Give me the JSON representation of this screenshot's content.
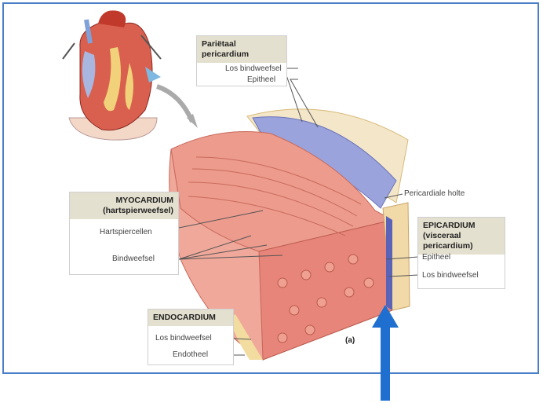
{
  "figure_label": "(a)",
  "parietal_box": {
    "title": "Pariëtaal pericardium",
    "items": [
      "Los bindweefsel",
      "Epitheel"
    ]
  },
  "myocardium_box": {
    "title_line1": "MYOCARDIUM",
    "title_line2": "(hartspierweefsel)",
    "items": [
      "Hartspiercellen",
      "Bindweefsel"
    ]
  },
  "endocardium_box": {
    "title": "ENDOCARDIUM",
    "items": [
      "Los bindweefsel",
      "Endotheel"
    ]
  },
  "epicardium_box": {
    "title_line1": "EPICARDIUM",
    "title_line2": "(visceraal pericardium)",
    "items": [
      "Epitheel",
      "Los bindweefsel"
    ]
  },
  "pericardial_cavity_label": "Pericardiale holte",
  "colors": {
    "frame": "#4a7fc8",
    "arrow": "#1e6fd0",
    "muscle": "#e8857a",
    "epithelium": "#9aa3dc",
    "box_header": "#e4e0cf"
  }
}
